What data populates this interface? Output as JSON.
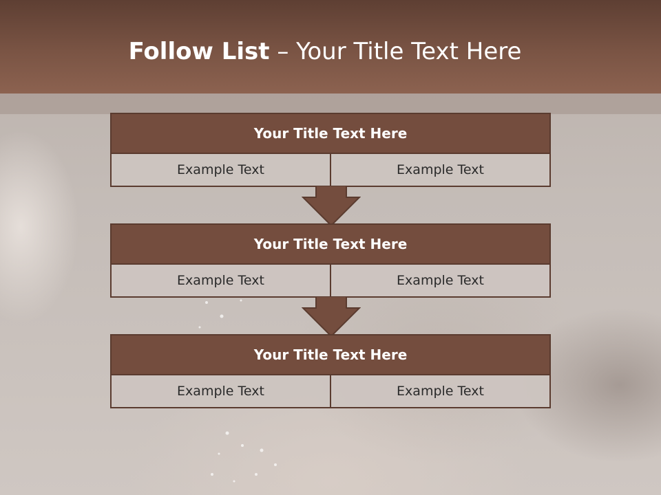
{
  "slide": {
    "title_bold": "Follow List",
    "title_rest": " – Your Title Text Here"
  },
  "steps": [
    {
      "title": "Your Title Text Here",
      "left": "Example Text",
      "right": "Example Text"
    },
    {
      "title": "Your Title Text Here",
      "left": "Example Text",
      "right": "Example Text"
    },
    {
      "title": "Your Title Text Here",
      "left": "Example Text",
      "right": "Example Text"
    }
  ],
  "colors": {
    "header": "#744d3e",
    "border": "#5a3b2f",
    "cell": "#cdc4c0"
  },
  "icons": [
    "down-arrow-icon",
    "down-arrow-icon"
  ]
}
